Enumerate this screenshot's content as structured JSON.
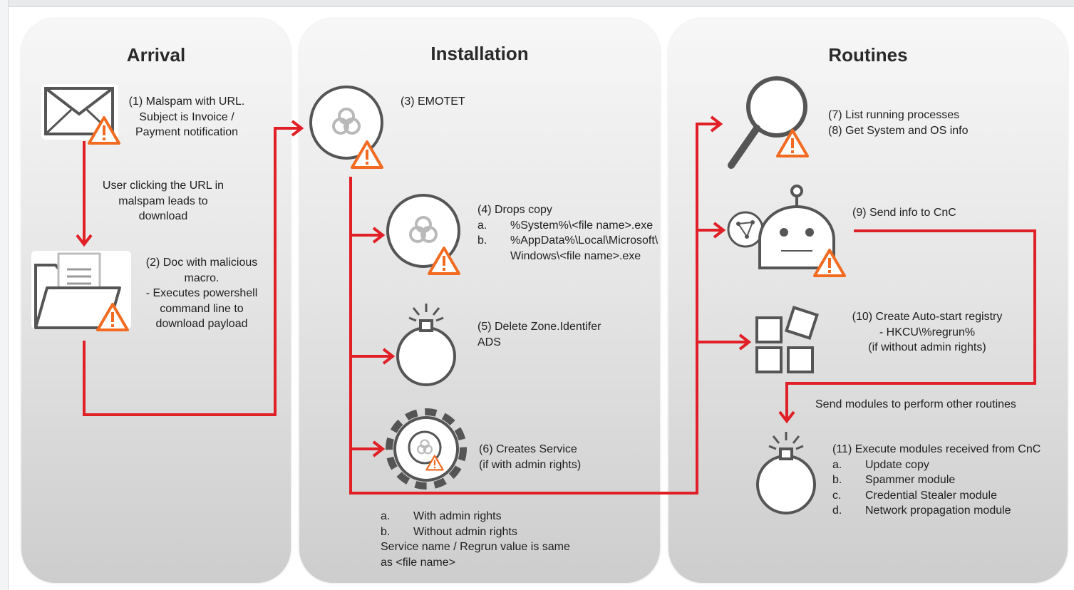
{
  "panels": {
    "arrival": "Arrival",
    "installation": "Installation",
    "routines": "Routines"
  },
  "steps": {
    "s1": [
      "(1) Malspam with URL.",
      "Subject is Invoice /",
      "Payment notification"
    ],
    "click": [
      "User clicking the URL in",
      "malspam leads to",
      "download"
    ],
    "s2": [
      "(2) Doc with malicious",
      "macro.",
      "- Executes powershell",
      "command line to",
      "download payload"
    ],
    "s3": "(3) EMOTET",
    "s4": {
      "title": "(4) Drops copy",
      "items": [
        {
          "marker": "a.",
          "lines": [
            "%System%\\<file name>.exe"
          ]
        },
        {
          "marker": "b.",
          "lines": [
            "%AppData%\\Local\\Microsoft\\",
            "Windows\\<file name>.exe"
          ]
        }
      ]
    },
    "s5": [
      "(5) Delete Zone.Identifer",
      "ADS"
    ],
    "s6": [
      "(6) Creates Service",
      "(if with admin rights)"
    ],
    "note": {
      "items": [
        {
          "marker": "a.",
          "text": "With admin rights"
        },
        {
          "marker": "b.",
          "text": "Without admin rights"
        }
      ],
      "lines": [
        "Service name / Regrun value is same",
        "as <file name>"
      ]
    },
    "s7_8": [
      "(7) List running processes",
      "(8) Get System and OS info"
    ],
    "s9": "(9) Send info to CnC",
    "s10": [
      "(10) Create Auto-start registry",
      "- HKCU\\%regrun%",
      "(if without admin rights)"
    ],
    "modules": "Send modules to perform other routines",
    "s11": {
      "title": "(11) Execute modules received from CnC",
      "items": [
        {
          "marker": "a.",
          "text": "Update copy"
        },
        {
          "marker": "b.",
          "text": "Spammer module"
        },
        {
          "marker": "c.",
          "text": "Credential Stealer module"
        },
        {
          "marker": "d.",
          "text": "Network propagation module"
        }
      ]
    }
  },
  "icons": [
    "envelope-icon",
    "folder-document-icon",
    "biohazard-icon",
    "bomb-icon",
    "gear-biohazard-icon",
    "magnifier-icon",
    "robot-icon",
    "network-globe-icon",
    "blocks-icon",
    "warning-icon"
  ],
  "colors": {
    "arrow": "#e02026",
    "warning_fill": "#f26b21",
    "icon_stroke": "#555555",
    "panel_light": "#f7f7f7",
    "panel_dark": "#cdcdcd"
  }
}
